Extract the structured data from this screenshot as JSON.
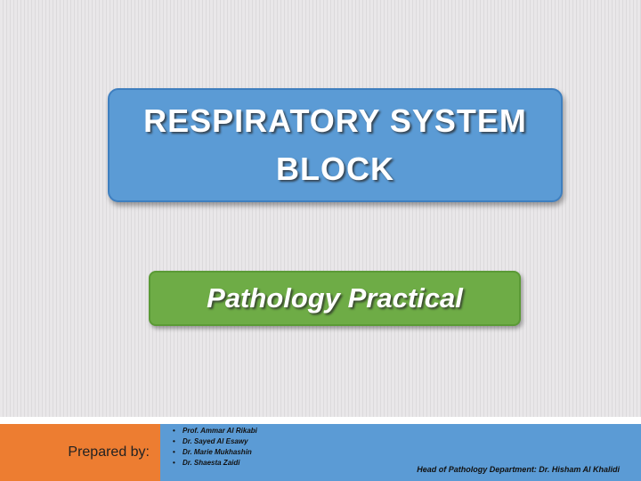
{
  "title": {
    "text": "RESPIRATORY SYSTEM\nBLOCK"
  },
  "subtitle": {
    "text": "Pathology Practical"
  },
  "footer": {
    "prepared_by": "Prepared by:",
    "authors": [
      "Prof.  Ammar Al Rikabi",
      "Dr. Sayed Al Esawy",
      "Dr. Marie Mukhashin",
      "Dr. Shaesta Zaidi"
    ],
    "head_of_department": "Head of Pathology Department: Dr. Hisham Al Khalidi"
  },
  "colors": {
    "title_box": "#5b9bd5",
    "subtitle_box": "#6eac46",
    "footer_left": "#ed7d31",
    "footer_right": "#5b9bd5",
    "background": "#e6e4e6"
  }
}
